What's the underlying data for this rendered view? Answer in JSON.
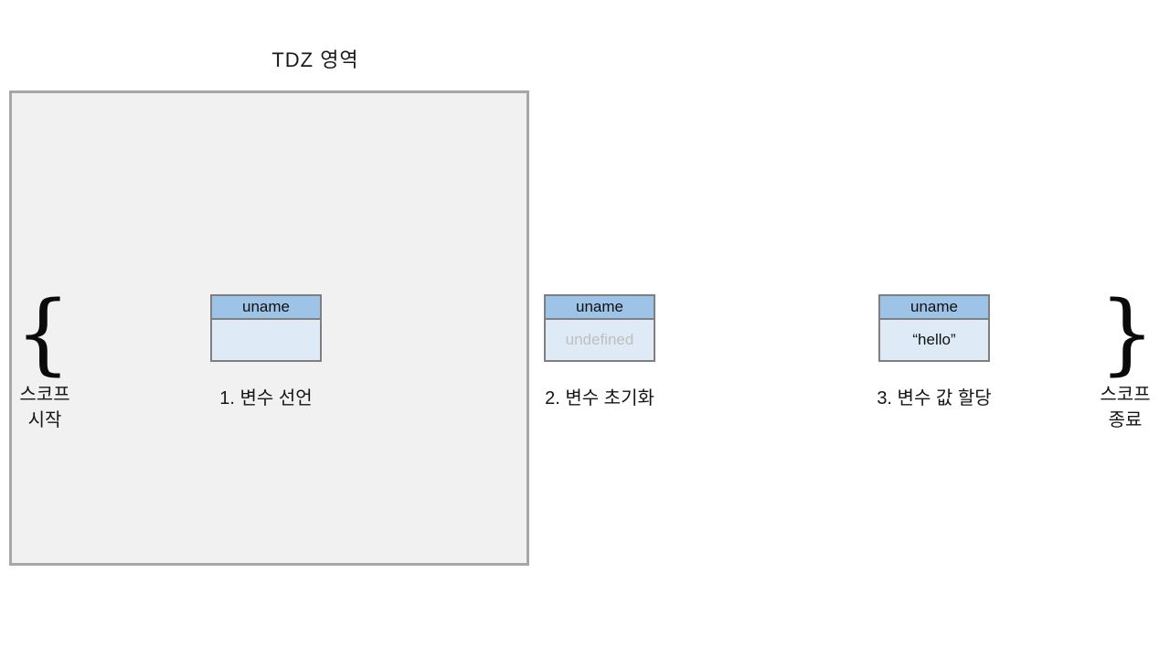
{
  "title": "TDZ 영역",
  "scope_start": {
    "brace": "{",
    "label_line1": "스코프",
    "label_line2": "시작"
  },
  "scope_end": {
    "brace": "}",
    "label_line1": "스코프",
    "label_line2": "종료"
  },
  "steps": [
    {
      "var_name": "uname",
      "value": "",
      "caption": "1. 변수 선언"
    },
    {
      "var_name": "uname",
      "value": "undefined",
      "caption": "2. 변수 초기화"
    },
    {
      "var_name": "uname",
      "value": "“hello”",
      "caption": "3. 변수 값 할당"
    }
  ],
  "colors": {
    "var_header_fill": "#9dc3e6",
    "var_body_fill": "#deebf7",
    "var_border": "#7f7f7f",
    "region_fill": "#f1f1f2",
    "region_border": "#a7a7a7",
    "muted_value_text": "#bfbfbf",
    "text": "#151515"
  }
}
